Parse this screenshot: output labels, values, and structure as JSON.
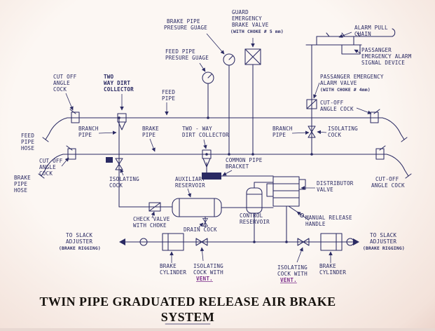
{
  "title": {
    "line1": "TWIN PIPE GRADUATED RELEASE AIR BRAKE",
    "line2": "SYSTEM"
  },
  "colors": {
    "ink": "#2a2a63",
    "paper": "#faf3ef",
    "vent": "#7d2f8c",
    "title": "#17130f"
  },
  "labels": {
    "brake_pipe_gauge": [
      "BRAKE PIPE",
      "PRESURE GUAGE"
    ],
    "guard_valve": [
      "GUARD",
      "EMERGENCY",
      "BRAKE VALVE",
      "(WITH CHOKE # 5 mm)"
    ],
    "feed_pipe_gauge": [
      "FEED PIPE",
      "PRESURE GUAGE"
    ],
    "alarm_pull_chain": [
      "ALARM PULL",
      "CHAIN"
    ],
    "passenger_alarm_device": [
      "PASSANGER",
      "EMERGENCY ALARM",
      "SIGNAL DEVICE"
    ],
    "passenger_alarm_valve": [
      "PASSANGER EMERGENCY",
      "ALARM VALVE",
      "(WITH CHOKE # 4mm)"
    ],
    "cut_off_angle_cock_tl": [
      "CUT OFF",
      "ANGLE",
      "COCK"
    ],
    "two_way_dirt_collector_top": [
      "TWO",
      "WAY DIRT",
      "COLLECTOR"
    ],
    "feed_pipe": [
      "FEED",
      "PIPE"
    ],
    "cut_off_angle_cock_tr": [
      "CUT-OFF",
      "ANGLE COCK"
    ],
    "isolating_cock_right": [
      "ISOLATING",
      "COCK"
    ],
    "branch_pipe_right": [
      "BRANCH",
      "PIPE"
    ],
    "branch_pipe_left": [
      "BRANCH",
      "PIPE"
    ],
    "brake_pipe": [
      "BRAKE",
      "PIPE"
    ],
    "two_way_dirt_collector_mid": [
      "TWO - WAY",
      "DIRT COLLECTOR"
    ],
    "feed_pipe_hose": [
      "FEED",
      "PIPE",
      "HOSE"
    ],
    "cut_off_angle_cock_bl": [
      "CUT OFF",
      "ANGLE",
      "COCK"
    ],
    "brake_pipe_hose": [
      "BRAKE",
      "PIPE",
      "HOSE"
    ],
    "isolating_cock_left": [
      "ISOLATING",
      "COCK"
    ],
    "auxiliary_reservoir": [
      "AUXILIARY",
      "RESERVOIR"
    ],
    "common_pipe_bracket": [
      "COMMON PIPE",
      "BRACKET"
    ],
    "distributor_valve": [
      "DISTRIBUTOR",
      "VALVE"
    ],
    "cut_off_angle_cock_br": [
      "CUT-OFF",
      "ANGLE COCK"
    ],
    "check_valve": [
      "CHECK VALVE",
      "WITH CHOKE"
    ],
    "drain_cock": [
      "DRAIN COCK"
    ],
    "control_reservoir": [
      "CONTROL",
      "RESERVOIR"
    ],
    "manual_release_handle": [
      "MANUAL RELEASE",
      "HANDLE"
    ],
    "slack_adjuster_left": [
      "TO SLACK",
      "ADJUSTER",
      "(BRAKE RIGGING)"
    ],
    "brake_cylinder_left": [
      "BRAKE",
      "CYLINDER"
    ],
    "isolating_cock_vent_left": [
      "ISOLATING",
      "COCK WITH",
      "VENT."
    ],
    "isolating_cock_vent_right": [
      "ISOLATING",
      "COCK WITH",
      "VENT."
    ],
    "brake_cylinder_right": [
      "BRAKE",
      "CYLINDER"
    ],
    "slack_adjuster_right": [
      "TO SLACK",
      "ADJUSTER",
      "(BRAKE RIGGING)"
    ]
  }
}
